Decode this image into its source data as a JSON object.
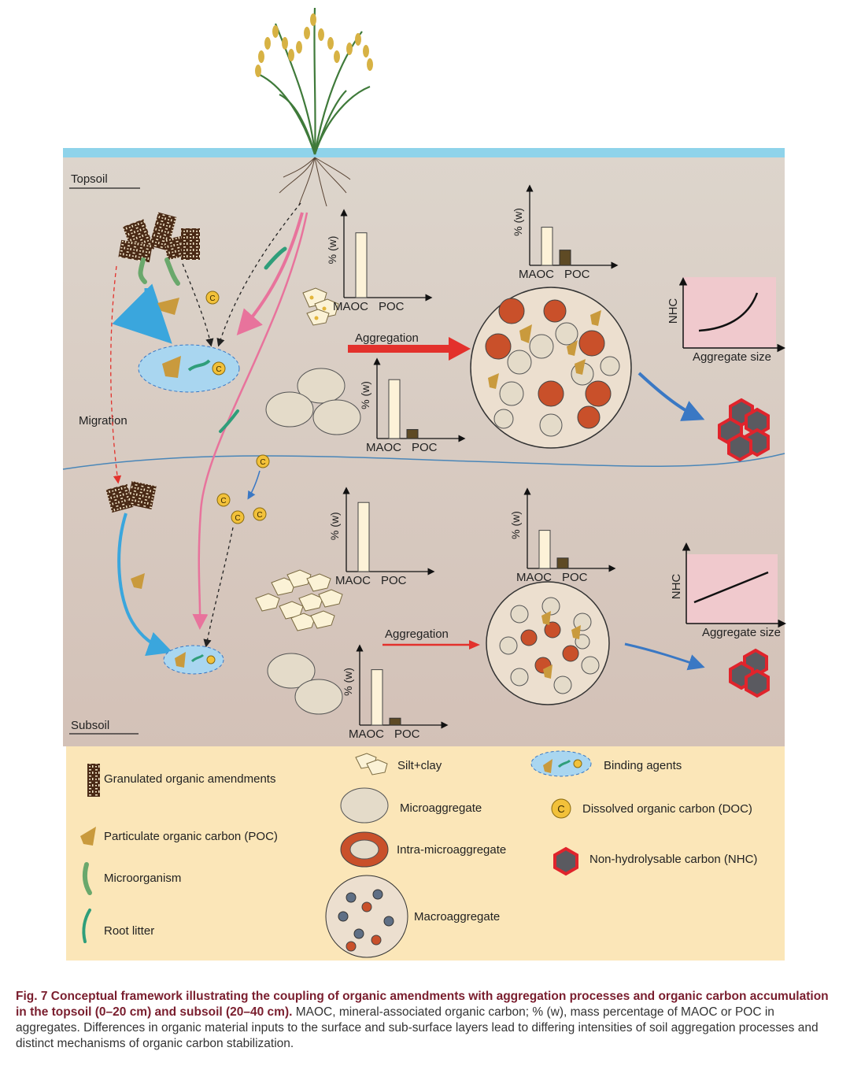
{
  "layers": {
    "topsoil_label": "Topsoil",
    "subsoil_label": "Subsoil",
    "migration_label": "Migration"
  },
  "bar_axes": {
    "y_label": "% (w)",
    "x_label_maoc": "MAOC",
    "x_label_poc": "POC"
  },
  "process": {
    "aggregation_label": "Aggregation"
  },
  "nhc_plots": {
    "y_label": "NHC",
    "x_label": "Aggregate size",
    "topsoil_shape": "exponential",
    "subsoil_shape": "linear"
  },
  "legend": {
    "granulated": "Granulated organic amendments",
    "poc": "Particulate organic carbon (POC)",
    "microorganism": "Microorganism",
    "root_litter": "Root litter",
    "silt_clay": "Silt+clay",
    "microaggregate": "Microaggregate",
    "intra_microaggregate": "Intra-microaggregate",
    "macroaggregate": "Macroaggregate",
    "binding_agents": "Binding agents",
    "doc": "Dissolved organic carbon (DOC)",
    "nhc": "Non-hydrolysable carbon (NHC)",
    "doc_symbol": "C"
  },
  "caption": {
    "bold": "Fig. 7  Conceptual framework illustrating the coupling of organic amendments with aggregation processes and organic carbon accumulation in the topsoil (0–20 cm) and subsoil (20–40 cm).",
    "text": " MAOC, mineral-associated organic carbon; % (w), mass percentage of MAOC or POC in aggregates.  Differences in organic material inputs to the surface and sub-surface layers lead to differing intensities of soil aggregation processes and distinct mechanisms of organic carbon stabilization."
  },
  "colors": {
    "soil_top": "#ddd5cc",
    "soil_bottom": "#d4c3b9",
    "water": "#8fd3ea",
    "legend_bg": "#fbe6b8",
    "pink_flow": "#e8739c",
    "blue_flow": "#3aa6dd",
    "aggregation_arrow": "#e3312c",
    "nhc_fill": "#5a5a60",
    "nhc_border": "#e0242c",
    "maoc_bar": "#fdf2d8",
    "poc_bar": "#5e4a24"
  },
  "bar_charts": [
    {
      "id": "top-silt",
      "maoc": 0.85,
      "poc": 0
    },
    {
      "id": "top-macro",
      "maoc": 0.55,
      "poc": 0.22
    },
    {
      "id": "top-micro",
      "maoc": 0.85,
      "poc": 0.13
    },
    {
      "id": "sub-silt",
      "maoc": 0.95,
      "poc": 0
    },
    {
      "id": "sub-macro",
      "maoc": 0.55,
      "poc": 0.15
    },
    {
      "id": "sub-micro",
      "maoc": 0.8,
      "poc": 0.1
    }
  ]
}
